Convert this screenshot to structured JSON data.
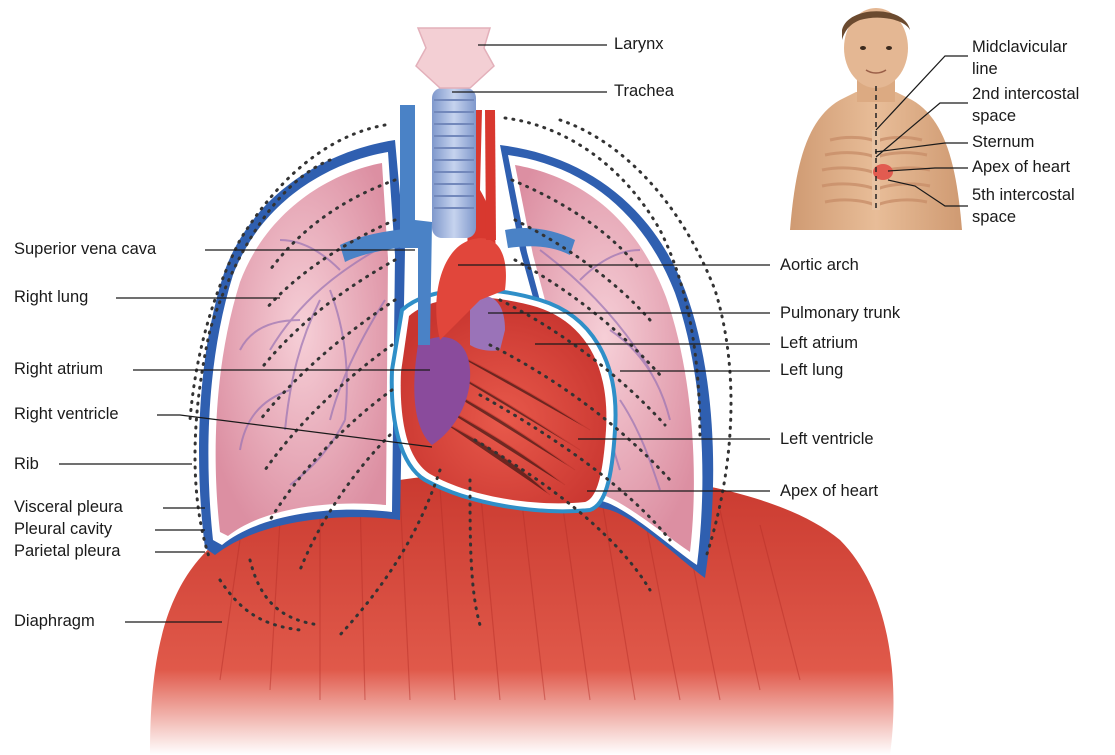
{
  "labels_left": [
    "Superior vena cava",
    "Right lung",
    "Right atrium",
    "Right ventricle",
    "Rib",
    "Visceral pleura",
    "Pleural cavity",
    "Parietal pleura",
    "Diaphragm"
  ],
  "labels_right": [
    "Larynx",
    "Trachea",
    "Aortic arch",
    "Pulmonary trunk",
    "Left atrium",
    "Left lung",
    "Left ventricle",
    "Apex of heart"
  ],
  "inset_labels": {
    "midclavicular": "Midclavicular",
    "midclavicular_2": "line",
    "intercostal2": "2nd intercostal",
    "intercostal2_2": "space",
    "sternum": "Sternum",
    "apex": "Apex of heart",
    "intercostal5": "5th intercostal",
    "intercostal5_2": "space"
  },
  "colors": {
    "lung_fill": "#e8a7b4",
    "pleura_blue": "#2f5fb0",
    "heart_red": "#d9463d",
    "diaphragm_red": "#d2433a",
    "vein_blue": "#4a82c6",
    "trachea_blue": "#9fb4dc",
    "larynx_pink": "#f3cfd4",
    "skin": "#e0b28a"
  }
}
